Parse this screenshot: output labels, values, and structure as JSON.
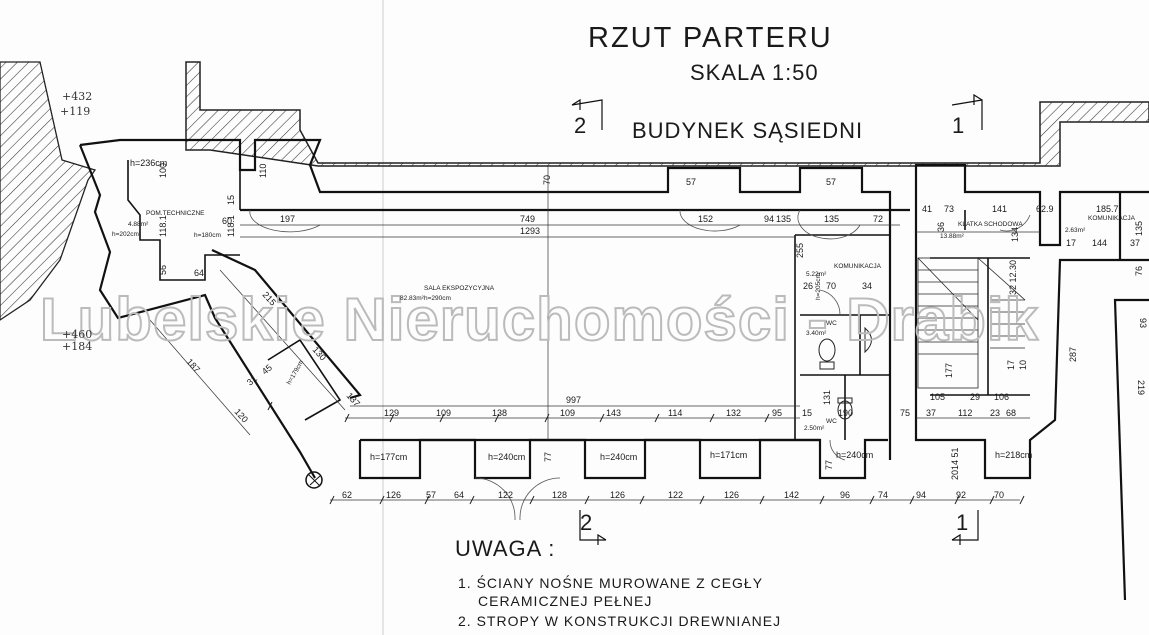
{
  "title": "RZUT PARTERU",
  "scale": "SKALA 1:50",
  "neighbour_label": "BUDYNEK SĄSIEDNI",
  "watermark": "Lubelskie Nieruchomości - Drabik",
  "handwritten": {
    "top_a": "+432",
    "top_b": "+119",
    "left_a": "+460",
    "left_b": "+184"
  },
  "section_marks": {
    "top_left": "2",
    "top_right": "1",
    "bottom_left": "2",
    "bottom_right": "1"
  },
  "rooms": {
    "technical_name": "POM.TECHNICZNE",
    "technical_area": "4.88m²",
    "technical_h1": "h=236cm",
    "technical_h2": "h=202cm",
    "technical_h3": "h=180cm",
    "hall_name": "SALA EKSPOZYCYJNA",
    "hall_area": "82.83m²",
    "hall_h": "h=290cm",
    "comm_name": "KOMUNIKACJA",
    "comm_area": "5.22m²",
    "comm_h": "h=205cm",
    "wc1_area": "3.40m²",
    "wc1_name": "WC",
    "wc2_name": "WC",
    "wc2_area": "2.50m²",
    "stair_name": "KLATKA SCHODOWA",
    "stair_area": "13.88m²",
    "comm2_name": "KOMUNIKACJA",
    "comm2_area": "2.63m²",
    "h_179": "h=179cm",
    "h_177": "h=177cm",
    "h_240a": "h=240cm",
    "h_240b": "h=240cm",
    "h_171": "h=171cm",
    "h_240c": "h=240cm",
    "h_218": "h=218cm"
  },
  "dimensions": {
    "d197": "197",
    "d749": "749",
    "d152": "152",
    "d94": "94",
    "d135a": "135",
    "d135b": "135",
    "d72": "72",
    "d1293": "1293",
    "d60": "60",
    "d64": "64",
    "d110": "110",
    "d57a": "57",
    "d57b": "57",
    "d70": "70",
    "d100": "100",
    "d56": "56",
    "d118a": "118.1",
    "d118b": "118.1",
    "d15": "15",
    "d41": "41",
    "d73": "73",
    "d141": "141",
    "d629": "62.9",
    "d1857": "185.7",
    "d17": "17",
    "d144": "144",
    "d37": "37",
    "d36": "36",
    "d134": "134",
    "d76": "76",
    "d93": "93",
    "d287": "287",
    "d219": "219",
    "d255": "255",
    "d26": "26",
    "d70b": "70",
    "d34": "34",
    "d3212": "32 12.30",
    "d177": "177",
    "d105": "105",
    "d29": "29",
    "d106": "106",
    "d17b": "17",
    "d10": "10",
    "d215": "215",
    "d130": "130",
    "d187": "187",
    "d31": "31",
    "d45": "45",
    "d120": "120",
    "d137": "137",
    "d997": "997",
    "d129": "129",
    "d109a": "109",
    "d138": "138",
    "d109b": "109",
    "d143": "143",
    "d114": "114",
    "d132": "132",
    "d95": "95",
    "d15b": "15",
    "d190": "190",
    "d75": "75",
    "d37b": "37",
    "d112": "112",
    "d23": "23",
    "d68": "68",
    "d131": "131",
    "d77a": "77",
    "d77b": "77",
    "d1451": "14 51",
    "d20": "20",
    "b62": "62",
    "b126a": "126",
    "b57": "57",
    "b64": "64",
    "b122a": "122",
    "b128": "128",
    "b126b": "126",
    "b122b": "122",
    "b126c": "126",
    "b142": "142",
    "b96": "96",
    "b74": "74",
    "b94": "94",
    "b92": "92",
    "b70": "70"
  },
  "notes": {
    "heading": "UWAGA :",
    "n1a": "1. ŚCIANY NOŚNE MUROWANE Z CEGŁY",
    "n1b": "CERAMICZNEJ PEŁNEJ",
    "n2": "2. STROPY W KONSTRUKCJI DREWNIANEJ"
  }
}
